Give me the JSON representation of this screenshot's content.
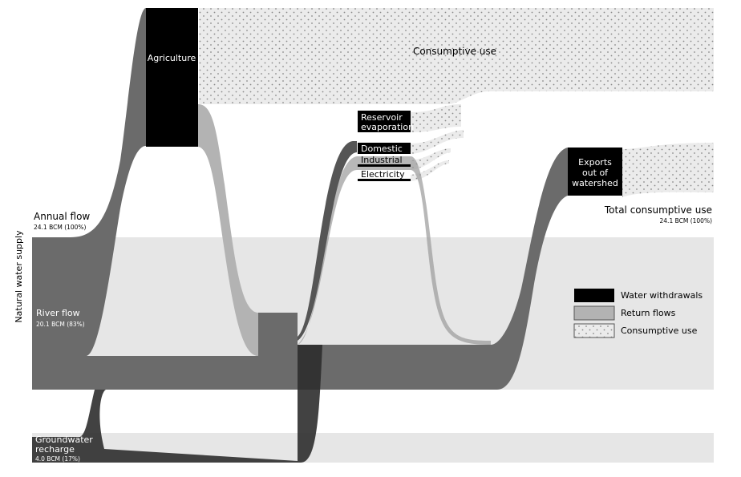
{
  "axis_label": "Natural water supply",
  "sources": {
    "annual": {
      "label": "Annual flow",
      "value": "24.1 BCM (100%)"
    },
    "river": {
      "label": "River flow",
      "value": "20.1 BCM (83%)"
    },
    "groundwater": {
      "label_line1": "Groundwater",
      "label_line2": "recharge",
      "value": "4.0 BCM (17%)"
    }
  },
  "uses": {
    "agriculture": "Agriculture",
    "reservoir_line1": "Reservoir",
    "reservoir_line2": "evaporation",
    "domestic": "Domestic",
    "industrial": "Industrial",
    "electricity": "Electricity",
    "exports_line1": "Exports",
    "exports_line2": "out of",
    "exports_line3": "watershed"
  },
  "consumptive_label": "Consumptive use",
  "total": {
    "label": "Total consumptive use",
    "value": "24.1 BCM (100%)"
  },
  "legend": [
    {
      "label": "Water withdrawals",
      "color": "#000000",
      "pattern": "solid"
    },
    {
      "label": "Return flows",
      "color": "#b3b3b3",
      "pattern": "solid"
    },
    {
      "label": "Consumptive use",
      "color": "#e6e6e6",
      "pattern": "dots"
    }
  ],
  "colors": {
    "withdrawal": "#000000",
    "return": "#b3b3b3",
    "stream": "#6b6b6b",
    "background_band": "#e6e6e6",
    "consumptive": "#e9e9e9"
  }
}
